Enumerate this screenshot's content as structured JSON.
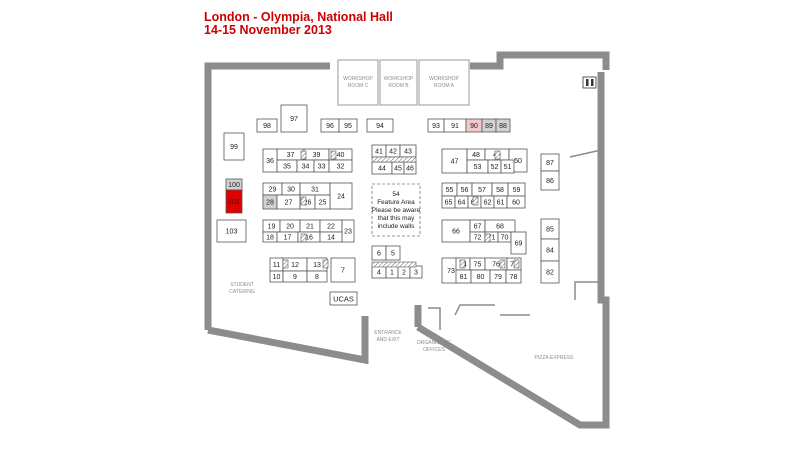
{
  "header": {
    "venue": "London - Olympia, National Hall",
    "dates": "14-15 November 2013"
  },
  "rooms": {
    "workshop_c": [
      "WORKSHOP",
      "ROOM C"
    ],
    "workshop_b": [
      "WORKSHOP",
      "ROOM B"
    ],
    "workshop_a": [
      "WORKSHOP",
      "ROOM A"
    ]
  },
  "labels": {
    "student_catering": [
      "STUDENT",
      "CATERING"
    ],
    "entrance": [
      "ENTRANCE",
      "AND EXIT"
    ],
    "organisers": [
      "ORGANISERS'",
      "OFFICES"
    ],
    "pizza": "PIZZA EXPRESS",
    "ucas": "UCAS"
  },
  "feature_area": {
    "number": "54",
    "lines": [
      "Feature Area",
      "Please be aware",
      "that this may",
      "include walls"
    ]
  },
  "legend": {
    "toilets_icon": "toilets-icon",
    "highlight_red": "#e00000",
    "highlight_pink": "#f2c8cc",
    "highlight_grey": "#d2d2d2"
  },
  "booths": [
    {
      "id": "98",
      "status": "normal"
    },
    {
      "id": "97",
      "status": "normal"
    },
    {
      "id": "96",
      "status": "normal"
    },
    {
      "id": "95",
      "status": "normal"
    },
    {
      "id": "94",
      "status": "normal"
    },
    {
      "id": "93",
      "status": "normal"
    },
    {
      "id": "91",
      "status": "normal"
    },
    {
      "id": "90",
      "status": "pink"
    },
    {
      "id": "89",
      "status": "grey"
    },
    {
      "id": "88",
      "status": "grey"
    },
    {
      "id": "99",
      "status": "normal"
    },
    {
      "id": "100",
      "status": "grey"
    },
    {
      "id": "101",
      "status": "red"
    },
    {
      "id": "103",
      "status": "normal"
    },
    {
      "id": "37",
      "status": "normal"
    },
    {
      "id": "39",
      "status": "normal"
    },
    {
      "id": "40",
      "status": "normal"
    },
    {
      "id": "36",
      "status": "normal"
    },
    {
      "id": "35",
      "status": "normal"
    },
    {
      "id": "34",
      "status": "normal"
    },
    {
      "id": "33",
      "status": "normal"
    },
    {
      "id": "32",
      "status": "normal"
    },
    {
      "id": "29",
      "status": "normal"
    },
    {
      "id": "30",
      "status": "normal"
    },
    {
      "id": "31",
      "status": "normal"
    },
    {
      "id": "24",
      "status": "normal"
    },
    {
      "id": "28",
      "status": "grey"
    },
    {
      "id": "27",
      "status": "normal"
    },
    {
      "id": "26",
      "status": "normal"
    },
    {
      "id": "25",
      "status": "normal"
    },
    {
      "id": "19",
      "status": "normal"
    },
    {
      "id": "20",
      "status": "normal"
    },
    {
      "id": "21",
      "status": "normal"
    },
    {
      "id": "22",
      "status": "normal"
    },
    {
      "id": "23",
      "status": "normal"
    },
    {
      "id": "18",
      "status": "normal"
    },
    {
      "id": "17",
      "status": "normal"
    },
    {
      "id": "16",
      "status": "normal"
    },
    {
      "id": "14",
      "status": "normal"
    },
    {
      "id": "11",
      "status": "normal"
    },
    {
      "id": "12",
      "status": "normal"
    },
    {
      "id": "13",
      "status": "normal"
    },
    {
      "id": "7",
      "status": "normal"
    },
    {
      "id": "10",
      "status": "normal"
    },
    {
      "id": "9",
      "status": "normal"
    },
    {
      "id": "8",
      "status": "normal"
    },
    {
      "id": "41",
      "status": "normal"
    },
    {
      "id": "42",
      "status": "normal"
    },
    {
      "id": "43",
      "status": "normal"
    },
    {
      "id": "44",
      "status": "normal"
    },
    {
      "id": "45",
      "status": "normal"
    },
    {
      "id": "46",
      "status": "normal"
    },
    {
      "id": "6",
      "status": "normal"
    },
    {
      "id": "5",
      "status": "normal"
    },
    {
      "id": "4",
      "status": "normal"
    },
    {
      "id": "1",
      "status": "normal"
    },
    {
      "id": "2",
      "status": "normal"
    },
    {
      "id": "3",
      "status": "normal"
    },
    {
      "id": "47",
      "status": "normal"
    },
    {
      "id": "48",
      "status": "normal"
    },
    {
      "id": "49",
      "status": "normal"
    },
    {
      "id": "50",
      "status": "normal"
    },
    {
      "id": "53",
      "status": "normal"
    },
    {
      "id": "52",
      "status": "normal"
    },
    {
      "id": "51",
      "status": "normal"
    },
    {
      "id": "55",
      "status": "normal"
    },
    {
      "id": "56",
      "status": "normal"
    },
    {
      "id": "57",
      "status": "normal"
    },
    {
      "id": "58",
      "status": "normal"
    },
    {
      "id": "59",
      "status": "normal"
    },
    {
      "id": "65",
      "status": "normal"
    },
    {
      "id": "64",
      "status": "normal"
    },
    {
      "id": "63",
      "status": "normal"
    },
    {
      "id": "62",
      "status": "normal"
    },
    {
      "id": "61",
      "status": "normal"
    },
    {
      "id": "60",
      "status": "normal"
    },
    {
      "id": "66",
      "status": "normal"
    },
    {
      "id": "67",
      "status": "normal"
    },
    {
      "id": "68",
      "status": "normal"
    },
    {
      "id": "72",
      "status": "normal"
    },
    {
      "id": "71",
      "status": "normal"
    },
    {
      "id": "70",
      "status": "normal"
    },
    {
      "id": "69",
      "status": "normal"
    },
    {
      "id": "73",
      "status": "normal"
    },
    {
      "id": "74",
      "status": "normal"
    },
    {
      "id": "75",
      "status": "normal"
    },
    {
      "id": "76",
      "status": "normal"
    },
    {
      "id": "77",
      "status": "normal"
    },
    {
      "id": "81",
      "status": "normal"
    },
    {
      "id": "80",
      "status": "normal"
    },
    {
      "id": "79",
      "status": "normal"
    },
    {
      "id": "78",
      "status": "normal"
    },
    {
      "id": "87",
      "status": "normal"
    },
    {
      "id": "86",
      "status": "normal"
    },
    {
      "id": "85",
      "status": "normal"
    },
    {
      "id": "84",
      "status": "normal"
    },
    {
      "id": "82",
      "status": "normal"
    }
  ]
}
